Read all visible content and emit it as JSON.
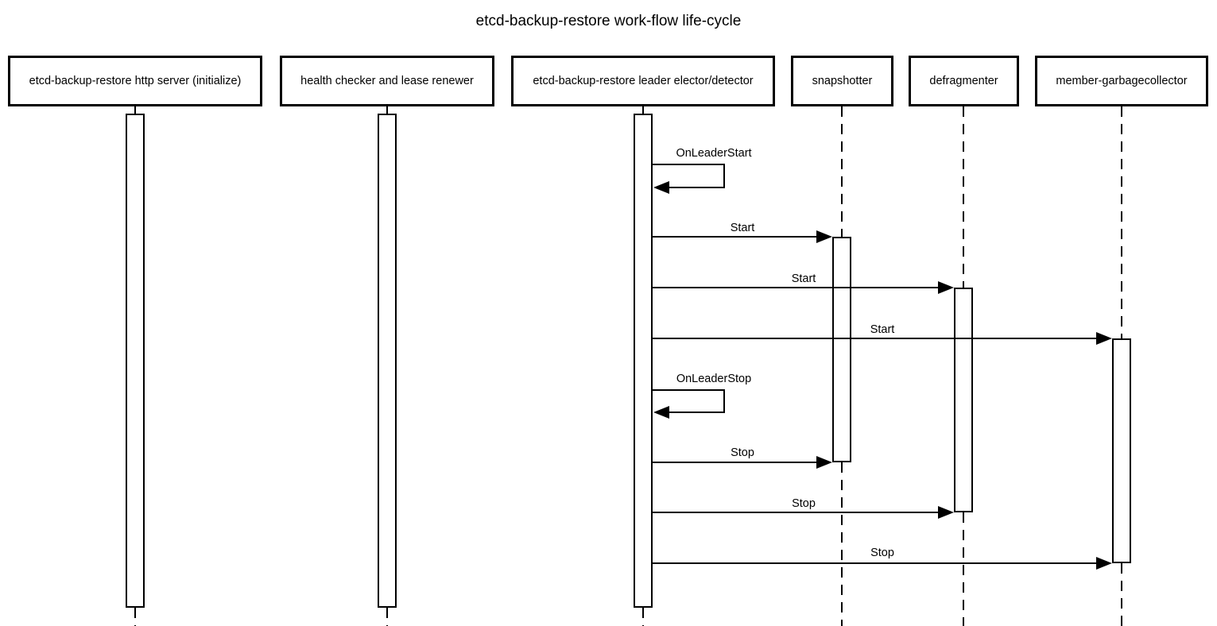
{
  "title": "etcd-backup-restore work-flow life-cycle",
  "diagram_type": "sequence",
  "colors": {
    "line": "#000000",
    "box_fill": "#ffffff",
    "text": "#000000",
    "background": "#ffffff"
  },
  "participants": [
    {
      "label": "etcd-backup-restore http server (initialize)"
    },
    {
      "label": "health checker and lease renewer"
    },
    {
      "label": "etcd-backup-restore leader elector/detector"
    },
    {
      "label": "snapshotter"
    },
    {
      "label": "defragmenter"
    },
    {
      "label": "member-garbagecollector"
    }
  ],
  "messages": [
    {
      "label": "OnLeaderStart",
      "from": "etcd-backup-restore leader elector/detector",
      "to": "etcd-backup-restore leader elector/detector",
      "kind": "self"
    },
    {
      "label": "Start",
      "from": "etcd-backup-restore leader elector/detector",
      "to": "snapshotter",
      "kind": "arrow"
    },
    {
      "label": "Start",
      "from": "etcd-backup-restore leader elector/detector",
      "to": "defragmenter",
      "kind": "arrow"
    },
    {
      "label": "Start",
      "from": "etcd-backup-restore leader elector/detector",
      "to": "member-garbagecollector",
      "kind": "arrow"
    },
    {
      "label": "OnLeaderStop",
      "from": "etcd-backup-restore leader elector/detector",
      "to": "etcd-backup-restore leader elector/detector",
      "kind": "self"
    },
    {
      "label": "Stop",
      "from": "etcd-backup-restore leader elector/detector",
      "to": "snapshotter",
      "kind": "arrow"
    },
    {
      "label": "Stop",
      "from": "etcd-backup-restore leader elector/detector",
      "to": "defragmenter",
      "kind": "arrow"
    },
    {
      "label": "Stop",
      "from": "etcd-backup-restore leader elector/detector",
      "to": "member-garbagecollector",
      "kind": "arrow"
    }
  ]
}
